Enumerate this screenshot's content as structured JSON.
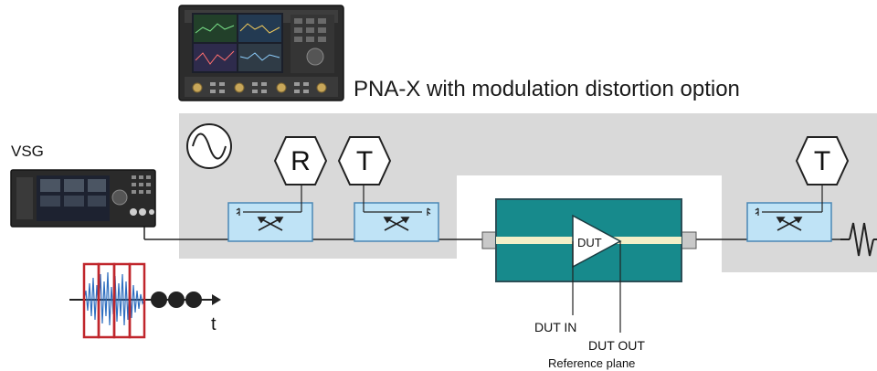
{
  "diagram": {
    "title": "PNA-X with modulation distortion option",
    "source_label": "VSG",
    "time_axis_label": "t",
    "receivers": [
      {
        "letter": "R"
      },
      {
        "letter": "T"
      },
      {
        "letter": "T"
      }
    ],
    "dut": {
      "label": "DUT",
      "input_label": "DUT IN",
      "output_label": "DUT OUT",
      "reference_plane_label": "Reference plane"
    },
    "icons": {
      "source_icon": "sine-wave-icon",
      "coupler_icon": "directional-coupler-icon",
      "load_icon": "resistor-load-icon"
    },
    "colors": {
      "enclosure": "#d9d9d9",
      "coupler_fill": "#bfe3f6",
      "coupler_border": "#4a87b5",
      "dut_fill": "#178a8c",
      "dut_strip": "#f3efc8",
      "signal_window": "#c0262c",
      "signal_wave": "#2f6fc0"
    }
  }
}
